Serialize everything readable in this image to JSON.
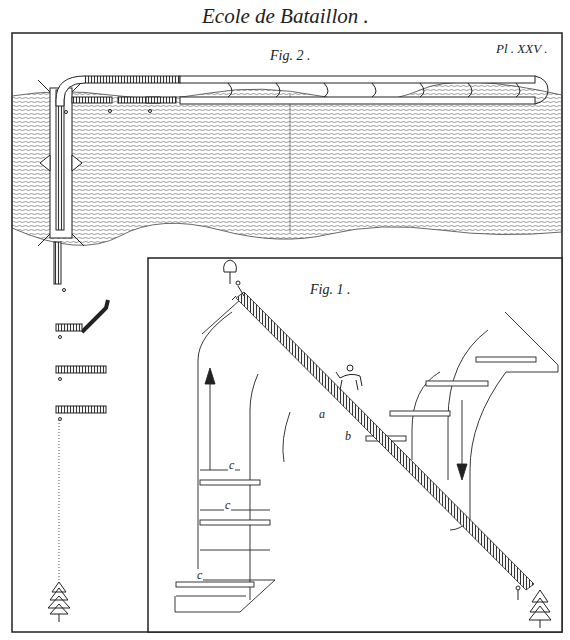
{
  "diagram": {
    "title": "Ecole de Bataillon .",
    "labels": [
      "Pl . XXV .",
      "Fig. 2 .",
      "Fig. 1 .",
      "a",
      "b",
      "c",
      "c",
      "c"
    ]
  }
}
